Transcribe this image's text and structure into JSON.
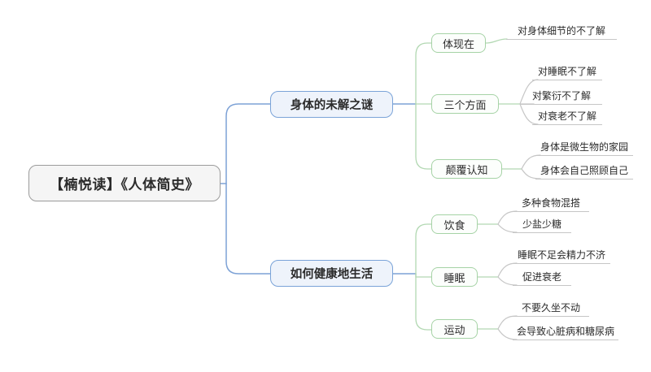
{
  "colors": {
    "root_border": "#9b9b9b",
    "root_fill": "#f5f5f5",
    "branch_border": "#7aa3d8",
    "branch_fill": "#eef3fb",
    "branch_line": "#7da2d6",
    "topic_border": "#a6d3a6",
    "topic_fill": "#fcfefc",
    "topic_line": "#b2d8b2",
    "leaf_line": "#c6c6c6",
    "text": "#2b2b2b"
  },
  "mindmap": {
    "root": {
      "label": "【楠悦读】《人体简史》"
    },
    "branches": [
      {
        "label": "身体的未解之谜",
        "children": [
          {
            "label": "体现在",
            "leaves": [
              "对身体细节的不了解"
            ]
          },
          {
            "label": "三个方面",
            "leaves": [
              "对睡眠不了解",
              "对繁衍不了解",
              "对衰老不了解"
            ]
          },
          {
            "label": "颠覆认知",
            "leaves": [
              "身体是微生物的家园",
              "身体会自己照顾自己"
            ]
          }
        ]
      },
      {
        "label": "如何健康地生活",
        "children": [
          {
            "label": "饮食",
            "leaves": [
              "多种食物混搭",
              "少盐少糖"
            ]
          },
          {
            "label": "睡眠",
            "leaves": [
              "睡眠不足会精力不济",
              "促进衰老"
            ]
          },
          {
            "label": "运动",
            "leaves": [
              "不要久坐不动",
              "会导致心脏病和糖尿病"
            ]
          }
        ]
      }
    ]
  }
}
